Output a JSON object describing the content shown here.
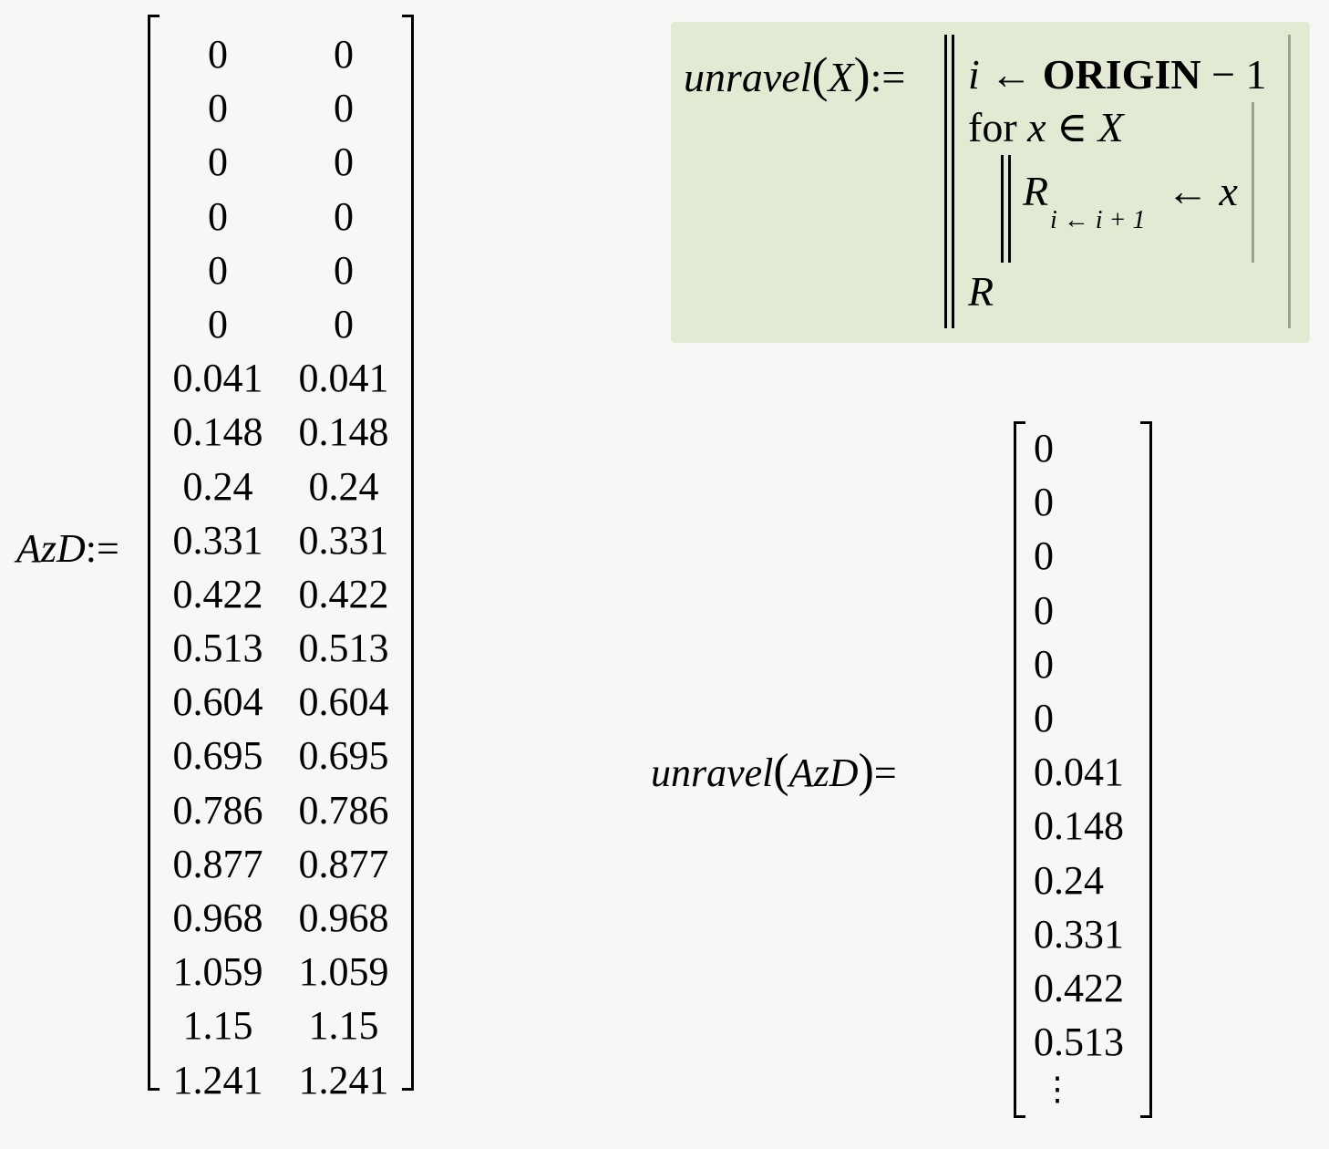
{
  "assignment": {
    "variable": "AzD",
    "operator": ":=",
    "matrix": {
      "rows": 20,
      "cols": 2,
      "col0": [
        "0",
        "0",
        "0",
        "0",
        "0",
        "0",
        "0.041",
        "0.148",
        "0.24",
        "0.331",
        "0.422",
        "0.513",
        "0.604",
        "0.695",
        "0.786",
        "0.877",
        "0.968",
        "1.059",
        "1.15",
        "1.241"
      ],
      "col1": [
        "0",
        "0",
        "0",
        "0",
        "0",
        "0",
        "0.041",
        "0.148",
        "0.24",
        "0.331",
        "0.422",
        "0.513",
        "0.604",
        "0.695",
        "0.786",
        "0.877",
        "0.968",
        "1.059",
        "1.15",
        "1.241"
      ]
    }
  },
  "program": {
    "function_name": "unravel",
    "param": "X",
    "open_paren": "(",
    "close_paren": ")",
    "operator": ":=",
    "line1": {
      "var": "i",
      "arrow": "←",
      "keyword": "ORIGIN",
      "rest": "− 1"
    },
    "line2": {
      "for": "for",
      "loopvar": "x",
      "in": "∈",
      "set": "X"
    },
    "line3": {
      "target": "R",
      "subscript": "i ← i + 1",
      "arrow": "←",
      "value": "x"
    },
    "line4": {
      "result": "R"
    },
    "background_color": "#e2ead3"
  },
  "evaluation": {
    "function_name": "unravel",
    "argument": "AzD",
    "open_paren": "(",
    "close_paren": ")",
    "operator": "=",
    "result_values": [
      "0",
      "0",
      "0",
      "0",
      "0",
      "0",
      "0.041",
      "0.148",
      "0.24",
      "0.331",
      "0.422",
      "0.513"
    ],
    "truncation": "⋮"
  }
}
